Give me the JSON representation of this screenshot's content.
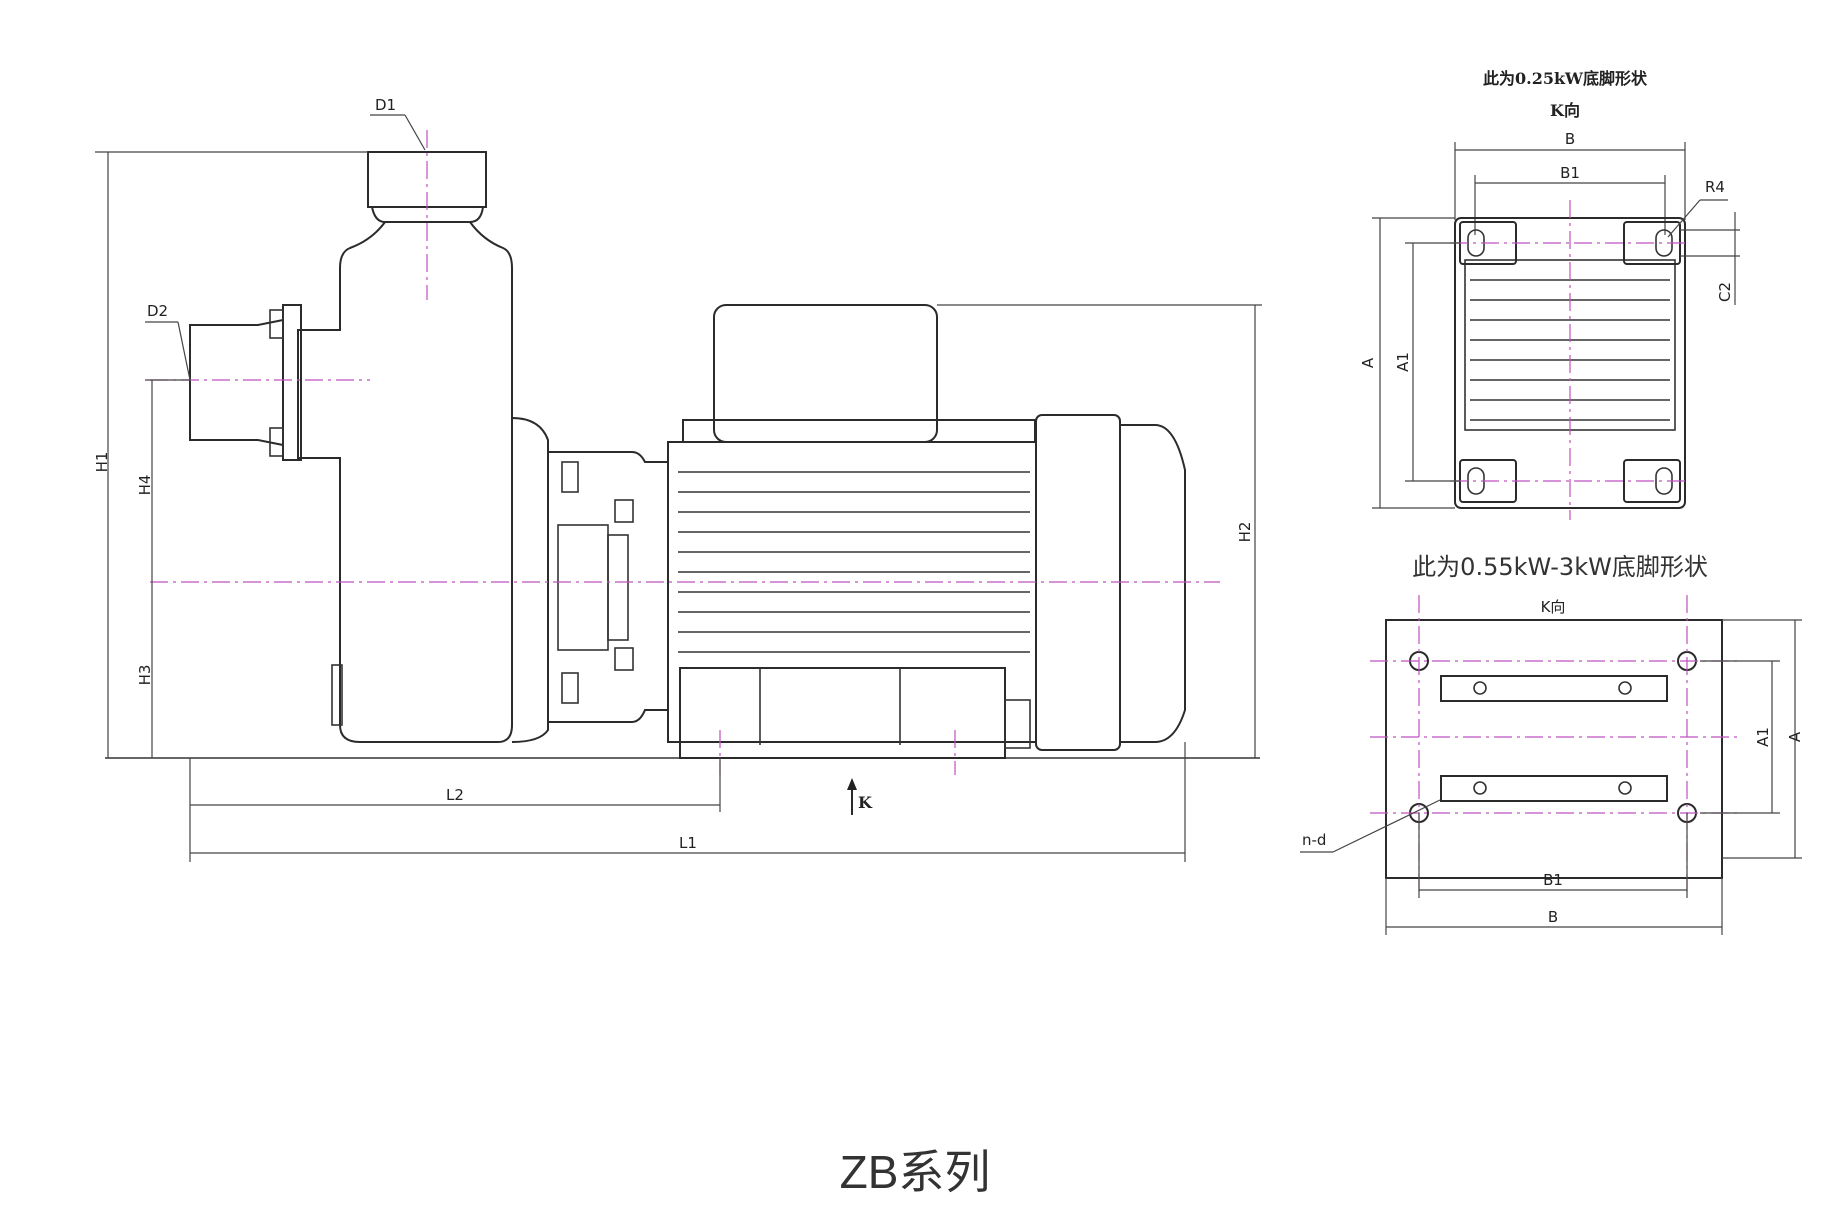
{
  "side_view": {
    "labels": {
      "d1": "D1",
      "d2": "D2",
      "h1": "H1",
      "h2": "H2",
      "h3": "H3",
      "h4": "H4",
      "l1": "L1",
      "l2": "L2",
      "k": "K"
    }
  },
  "small_foot_view": {
    "title": "此为0.25kW底脚形状",
    "direction": "K向",
    "labels": {
      "b": "B",
      "b1": "B1",
      "a": "A",
      "a1": "A1",
      "r4": "R4",
      "c2": "C2"
    }
  },
  "large_foot_view": {
    "title": "此为0.55kW-3kW底脚形状",
    "direction": "K向",
    "labels": {
      "b": "B",
      "b1": "B1",
      "a": "A",
      "a1": "A1",
      "nd": "n-d"
    }
  },
  "series_title": "ZB系列",
  "colors": {
    "line": "#333333",
    "centerline": "#c050c0",
    "background": "#ffffff"
  }
}
